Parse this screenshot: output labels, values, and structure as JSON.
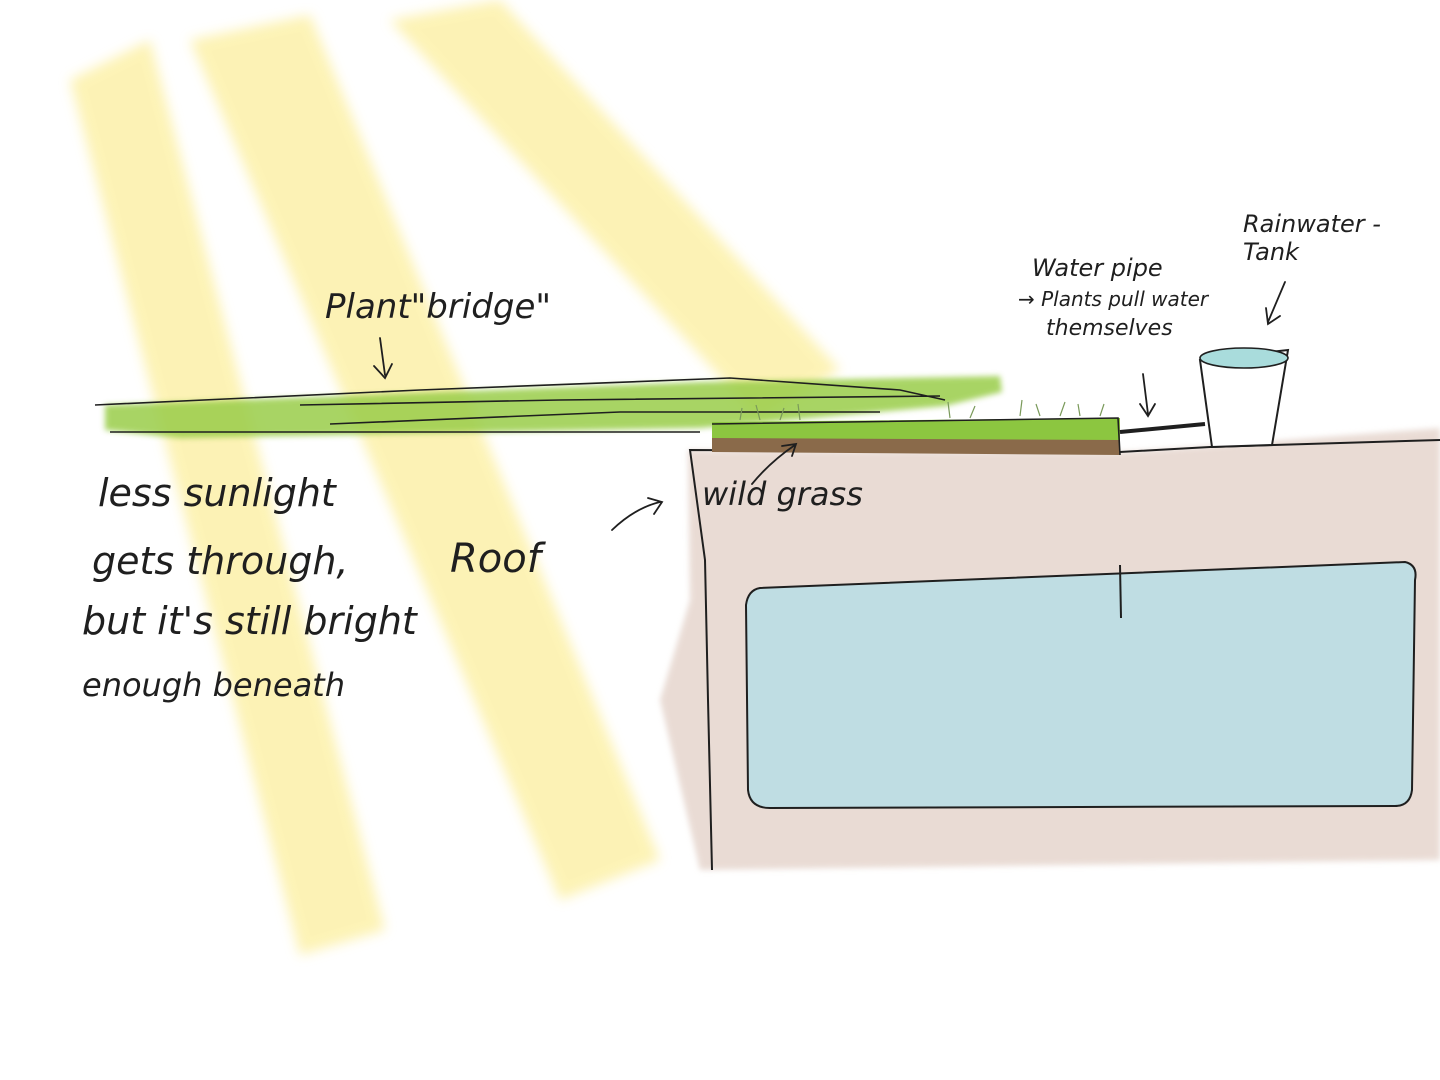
{
  "labels": {
    "plant_bridge": "Plant\"bridge\"",
    "sunlight_line1": "less sunlight",
    "sunlight_line2": "gets through,",
    "sunlight_line3": "but it's still bright",
    "sunlight_line4": "enough beneath",
    "roof": "Roof",
    "wild_grass": "wild grass",
    "water_pipe": "Water pipe",
    "pipe_note_line1": "→ Plants pull water",
    "pipe_note_line2": "themselves",
    "tank_line1": "Rainwater -",
    "tank_line2": "Tank"
  },
  "colors": {
    "sunlight": "#fbe97a",
    "plant_green": "#9acd4a",
    "grass_green": "#8cc640",
    "soil_brown": "#8a6a4a",
    "roof_fill": "#e7d8d0",
    "window_blue": "#bfdde3",
    "tank_water": "#a9dcdc",
    "ink": "#1f1f1f"
  }
}
